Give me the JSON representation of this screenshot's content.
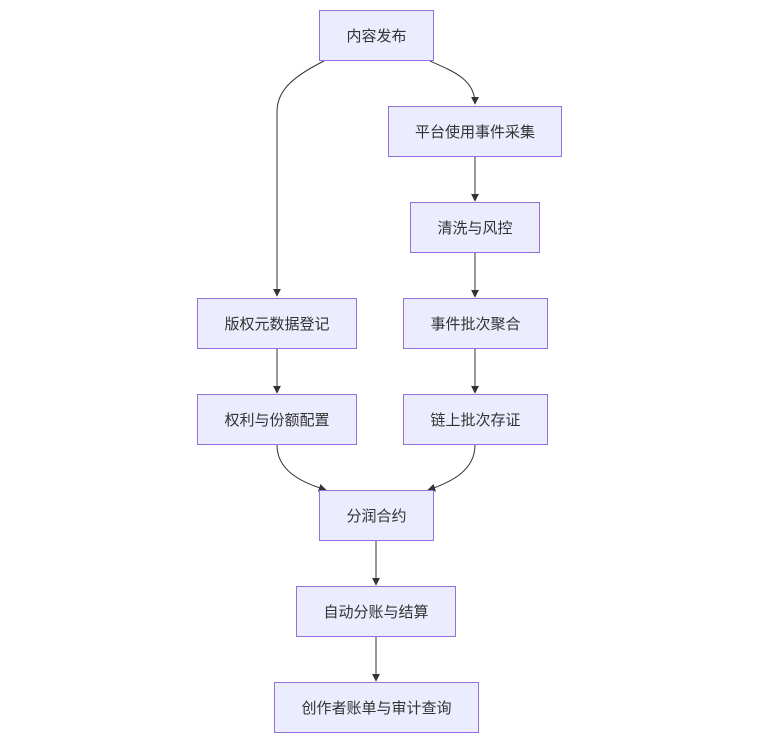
{
  "diagram": {
    "type": "flowchart",
    "colors": {
      "node_fill": "#ececff",
      "node_border": "#9370db",
      "edge": "#333333",
      "text": "#333333",
      "background": "#ffffff"
    },
    "nodes": {
      "publish": "内容发布",
      "collect": "平台使用事件采集",
      "clean": "清洗与风控",
      "register": "版权元数据登记",
      "aggregate": "事件批次聚合",
      "rights": "权利与份额配置",
      "onchain": "链上批次存证",
      "contract": "分润合约",
      "settle": "自动分账与结算",
      "query": "创作者账单与审计查询"
    },
    "edges": [
      [
        "publish",
        "register"
      ],
      [
        "publish",
        "collect"
      ],
      [
        "collect",
        "clean"
      ],
      [
        "clean",
        "aggregate"
      ],
      [
        "register",
        "rights"
      ],
      [
        "aggregate",
        "onchain"
      ],
      [
        "rights",
        "contract"
      ],
      [
        "onchain",
        "contract"
      ],
      [
        "contract",
        "settle"
      ],
      [
        "settle",
        "query"
      ]
    ]
  }
}
